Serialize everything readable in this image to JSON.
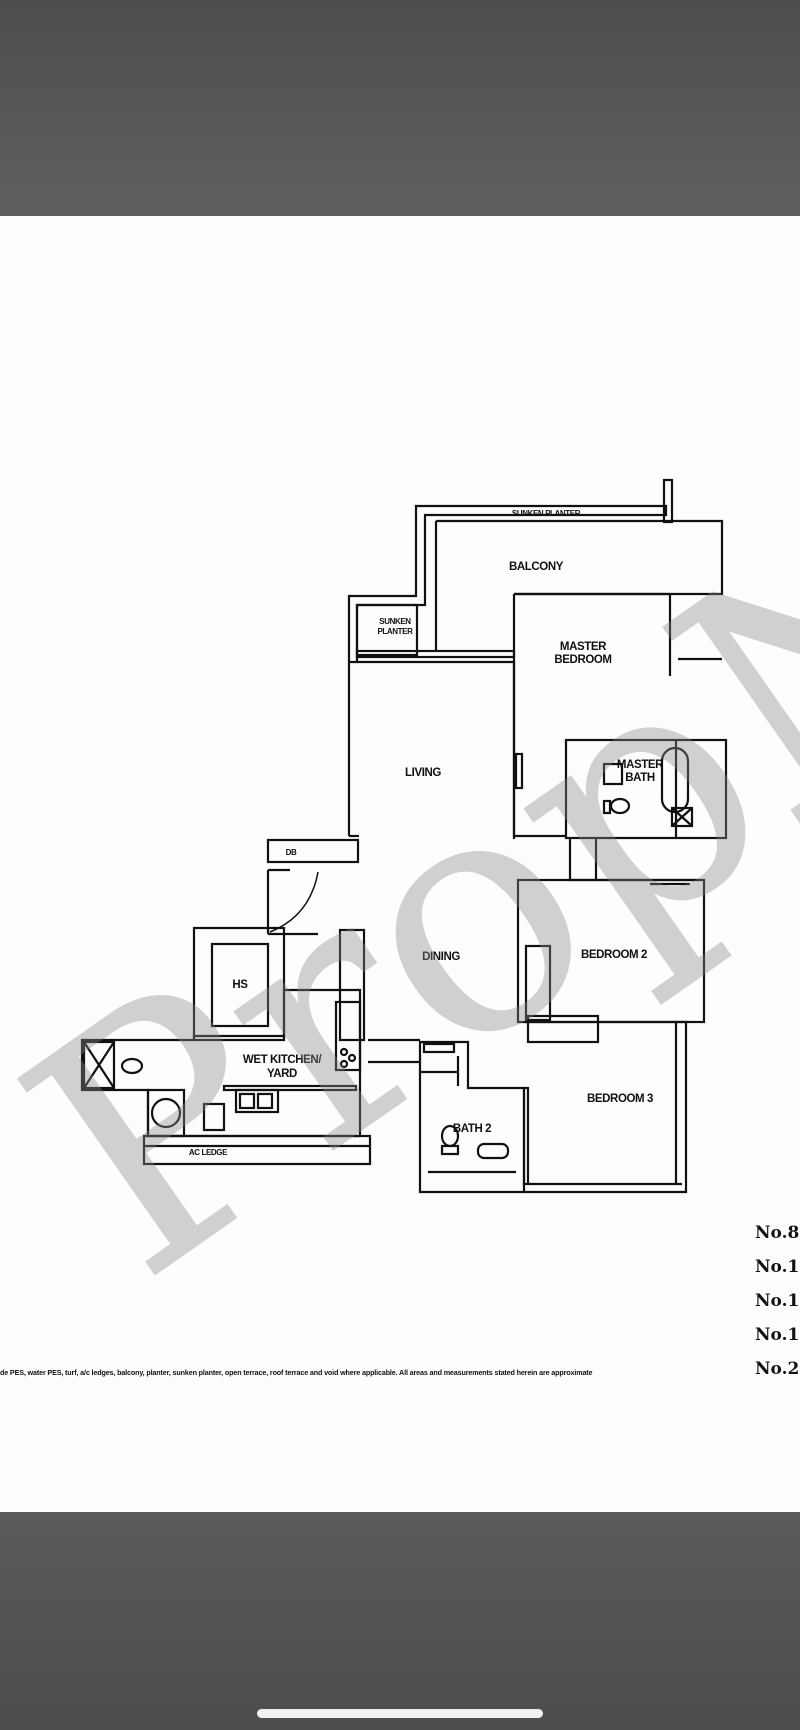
{
  "floor_plan": {
    "rooms": {
      "sunken_planter_top": "SUNKEN PLANTER",
      "sunken_planter_left_line1": "SUNKEN",
      "sunken_planter_left_line2": "PLANTER",
      "balcony": "BALCONY",
      "master_bedroom_line1": "MASTER",
      "master_bedroom_line2": "BEDROOM",
      "living": "LIVING",
      "master_bath_line1": "MASTER",
      "master_bath_line2": "BATH",
      "db": "DB",
      "dining": "DINING",
      "bedroom_2": "BEDROOM 2",
      "hs": "HS",
      "wet_kitchen_line1": "WET KITCHEN/",
      "wet_kitchen_line2": "YARD",
      "bedroom_3": "BEDROOM 3",
      "bath_2": "BATH 2",
      "ac_ledge": "AC LEDGE"
    },
    "watermark_text": "PropN"
  },
  "unit_numbers": [
    "No.8",
    "No.1",
    "No.1",
    "No.1",
    "No.2"
  ],
  "footnote": "de PES, water PES, turf, a/c ledges, balcony, planter, sunken planter, open terrace, roof terrace and void where applicable. All areas and measurements stated herein are approximate"
}
